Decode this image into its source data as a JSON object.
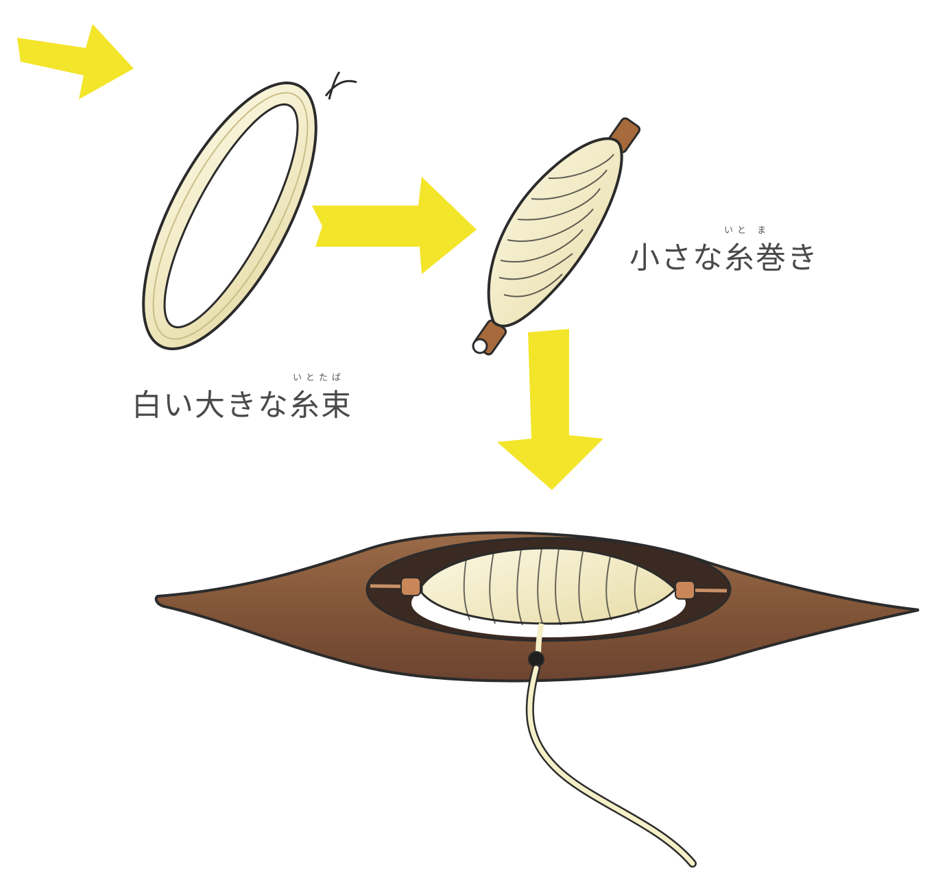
{
  "labels": {
    "bundle": {
      "text": "白い大きな糸束",
      "ruby": "いとたば"
    },
    "spool": {
      "text": "小さな糸巻き",
      "ruby": "いと ま"
    }
  },
  "items": [
    {
      "icon": "thread-hank-icon"
    },
    {
      "icon": "thread-spool-icon"
    },
    {
      "icon": "weaving-shuttle-icon"
    }
  ],
  "colors": {
    "arrow": "#f2e41f",
    "thread": "#f5f0c8",
    "thread_outline": "#2b2b2b",
    "shuttle": "#8a5a3a",
    "spool_core": "#a66a3c"
  }
}
